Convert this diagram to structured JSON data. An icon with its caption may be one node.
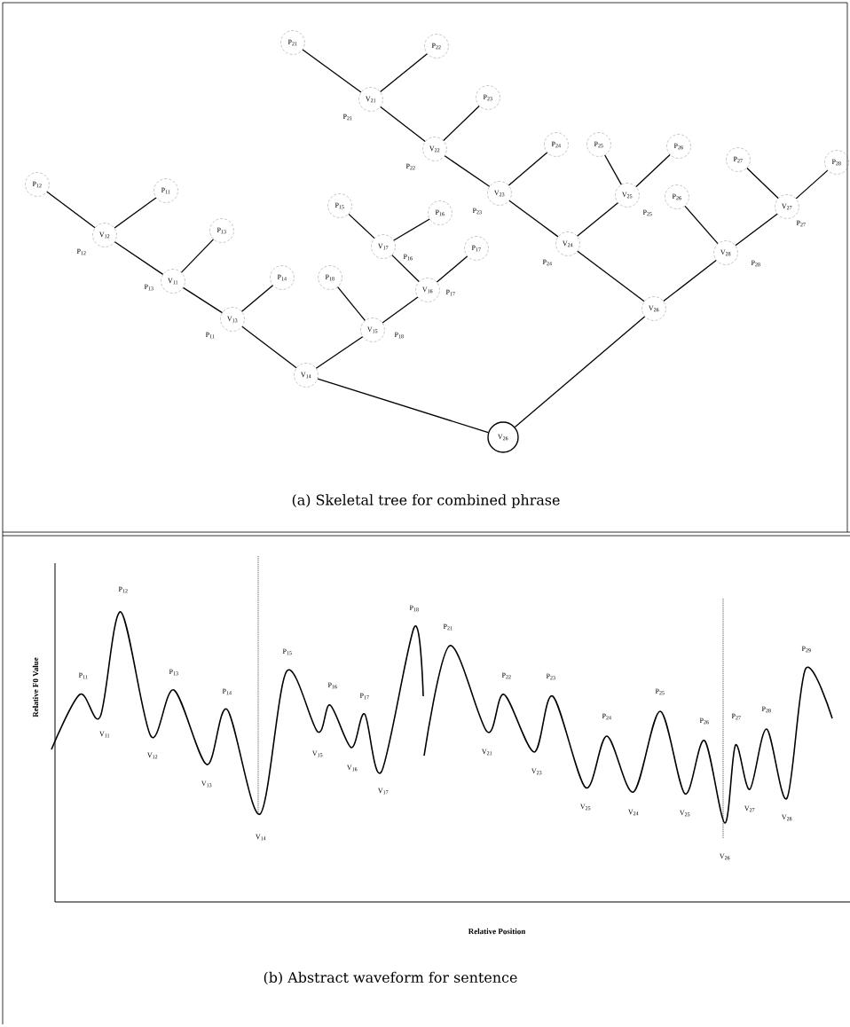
{
  "diagram": {
    "nodes": [
      {
        "text": [
          "P$_{21}$"
        ]
      },
      {
        "text": [
          "P$_{22}$"
        ]
      },
      {
        "text": [
          "V$_{21}$"
        ],
        "beside": [
          "P$_{21}$"
        ]
      },
      {
        "text": [
          "P$_{23}$"
        ]
      },
      {
        "text": [
          "V$_{22}$"
        ],
        "beside": [
          "P$_{22}$"
        ]
      },
      {
        "text": [
          "P$_{12}$"
        ]
      },
      {
        "text": [
          "P$_{11}$"
        ]
      },
      {
        "text": [
          "P$_{24}$"
        ]
      },
      {
        "text": [
          "P$_{25}$"
        ]
      },
      {
        "text": [
          "P$_{26}$"
        ]
      },
      {
        "text": [
          "V$_{23}$"
        ],
        "beside": [
          "P$_{23}$"
        ]
      },
      {
        "text": [
          "P$_{27}$"
        ]
      },
      {
        "text": [
          "P$_{28}$"
        ]
      },
      {
        "text": [
          "V$_{25}$"
        ],
        "beside": [
          "P$_{25}$"
        ]
      },
      {
        "text": [
          "P$_{15}$"
        ]
      },
      {
        "text": [
          "P$_{16}$"
        ]
      },
      {
        "text": [
          "P$_{26}$"
        ]
      },
      {
        "text": [
          "V$_{27}$"
        ],
        "beside": [
          "P$_{27}$"
        ]
      },
      {
        "text": [
          "P$_{13}$"
        ]
      },
      {
        "text": [
          "V$_{12}$"
        ],
        "beside": [
          "P$_{12}$"
        ]
      },
      {
        "text": [
          "V$_{24}$"
        ],
        "beside": [
          "P$_{24}$"
        ]
      },
      {
        "text": [
          "V$_{17}$"
        ],
        "beside": [
          "P$_{16}$"
        ]
      },
      {
        "text": [
          "P$_{17}$"
        ]
      },
      {
        "text": [
          "V$_{28}$"
        ],
        "beside": [
          "P$_{28}$"
        ]
      },
      {
        "text": [
          "V$_{11}$"
        ],
        "beside": [
          "P$_{13}$"
        ]
      },
      {
        "text": [
          "P$_{14}$"
        ]
      },
      {
        "text": [
          "P$_{18}$"
        ]
      },
      {
        "text": [
          "V$_{16}$"
        ],
        "beside": [
          "P$_{17}$"
        ]
      },
      {
        "text": [
          "V$_{26}$"
        ]
      },
      {
        "text": [
          "V$_{13}$"
        ],
        "beside": [
          "P$_{11}$"
        ]
      },
      {
        "text": [
          "V$_{15}$"
        ],
        "beside": [
          "P$_{18}$"
        ]
      },
      {
        "text": [
          "V$_{14}$"
        ]
      },
      {
        "text": [
          "V$_{26}$"
        ]
      }
    ],
    "edges": [
      {
        "from": 0,
        "to": 2,
        "arrow": "none"
      },
      {
        "from": 1,
        "to": 2,
        "arrow": "none"
      },
      {
        "from": 2,
        "to": 4,
        "arrow": "none"
      },
      {
        "from": 3,
        "to": 4,
        "arrow": "none"
      },
      {
        "from": 4,
        "to": 10,
        "arrow": "none"
      },
      {
        "from": 7,
        "to": 10,
        "arrow": "none"
      },
      {
        "from": 10,
        "to": 20,
        "arrow": "none"
      },
      {
        "from": 8,
        "to": 13,
        "arrow": "none"
      },
      {
        "from": 9,
        "to": 13,
        "arrow": "none"
      },
      {
        "from": 13,
        "to": 20,
        "arrow": "none"
      },
      {
        "from": 20,
        "to": 28,
        "arrow": "none"
      },
      {
        "from": 16,
        "to": 23,
        "arrow": "none"
      },
      {
        "from": 11,
        "to": 17,
        "arrow": "none"
      },
      {
        "from": 12,
        "to": 17,
        "arrow": "none"
      },
      {
        "from": 17,
        "to": 23,
        "arrow": "none"
      },
      {
        "from": 23,
        "to": 28,
        "arrow": "none"
      },
      {
        "from": 28,
        "to": 32,
        "arrow": "none"
      },
      {
        "from": 5,
        "to": 19,
        "arrow": "none"
      },
      {
        "from": 6,
        "to": 19,
        "arrow": "none"
      },
      {
        "from": 19,
        "to": 24,
        "arrow": "none"
      },
      {
        "from": 18,
        "to": 24,
        "arrow": "none"
      },
      {
        "from": 24,
        "to": 29,
        "arrow": "none"
      },
      {
        "from": 25,
        "to": 29,
        "arrow": "none"
      },
      {
        "from": 29,
        "to": 31,
        "arrow": "none"
      },
      {
        "from": 14,
        "to": 21,
        "arrow": "none"
      },
      {
        "from": 15,
        "to": 21,
        "arrow": "none"
      },
      {
        "from": 21,
        "to": 27,
        "arrow": "none"
      },
      {
        "from": 22,
        "to": 27,
        "arrow": "none"
      },
      {
        "from": 27,
        "to": 30,
        "arrow": "none"
      },
      {
        "from": 26,
        "to": 30,
        "arrow": "none"
      },
      {
        "from": 30,
        "to": 31,
        "arrow": "none"
      },
      {
        "from": 31,
        "to": 32,
        "arrow": "none"
      }
    ],
    "labels": [
      "(a) Skeletal tree for combined phrase",
      "P$_{12}$",
      "P$_{11}$",
      "V$_{11}$",
      "P$_{13}$",
      "V$_{12}$",
      "P$_{14}$",
      "V$_{13}$",
      "V$_{14}$",
      "P$_{15}$",
      "P$_{16}$",
      "V$_{15}$",
      "P$_{17}$",
      "V$_{16}$",
      "V$_{17}$",
      "P$_{18}$",
      "P$_{21}$",
      "P$_{22}$",
      "P$_{23}$",
      "V$_{21}$",
      "V$_{23}$",
      "P$_{24}$",
      "V$_{25}$",
      "V$_{24}$",
      "P$_{25}$",
      "V$_{25}$",
      "P$_{26}$",
      "P$_{27}$",
      "V$_{26}$",
      "P$_{28}$",
      "V$_{27}$",
      "V$_{28}$",
      "P$_{29}$",
      "Relative F0 Value",
      "Relative Position",
      "(b) Abstract waveform for sentence"
    ]
  }
}
